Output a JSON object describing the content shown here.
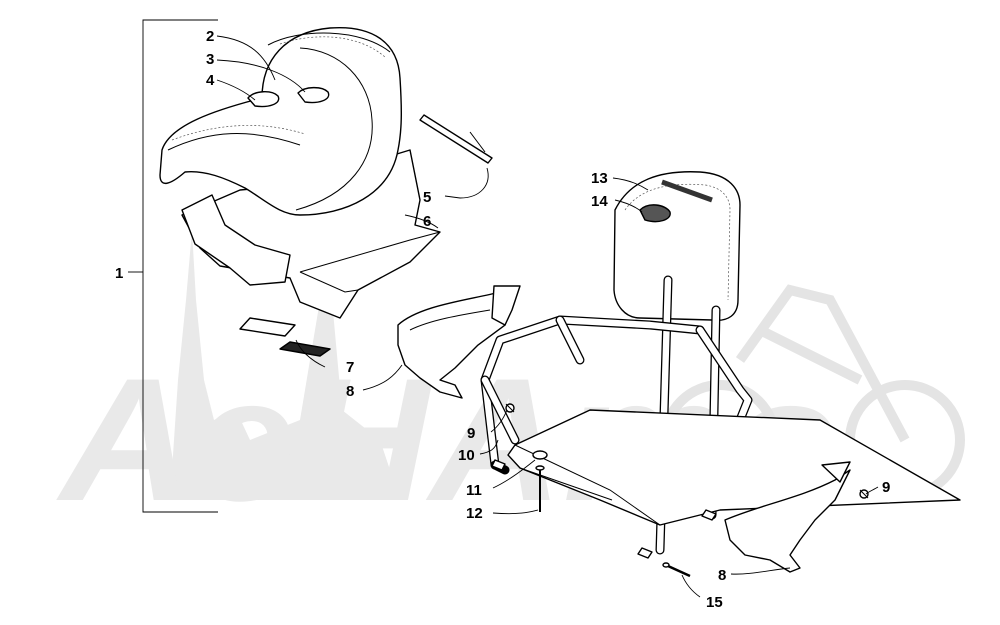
{
  "diagram": {
    "type": "exploded-parts-diagram",
    "callouts": [
      {
        "id": "c1",
        "label": "1"
      },
      {
        "id": "c2",
        "label": "2"
      },
      {
        "id": "c3",
        "label": "3"
      },
      {
        "id": "c4",
        "label": "4"
      },
      {
        "id": "c5",
        "label": "5"
      },
      {
        "id": "c6",
        "label": "6"
      },
      {
        "id": "c7",
        "label": "7"
      },
      {
        "id": "c8a",
        "label": "8"
      },
      {
        "id": "c8b",
        "label": "8"
      },
      {
        "id": "c9a",
        "label": "9"
      },
      {
        "id": "c9b",
        "label": "9"
      },
      {
        "id": "c10",
        "label": "10"
      },
      {
        "id": "c11",
        "label": "11"
      },
      {
        "id": "c12",
        "label": "12"
      },
      {
        "id": "c13",
        "label": "13"
      },
      {
        "id": "c14",
        "label": "14"
      },
      {
        "id": "c15",
        "label": "15"
      }
    ]
  },
  "watermark": {
    "text": "AeHAmo",
    "color": "#e9e9e9"
  },
  "colors": {
    "line": "#000000",
    "background": "#ffffff"
  }
}
